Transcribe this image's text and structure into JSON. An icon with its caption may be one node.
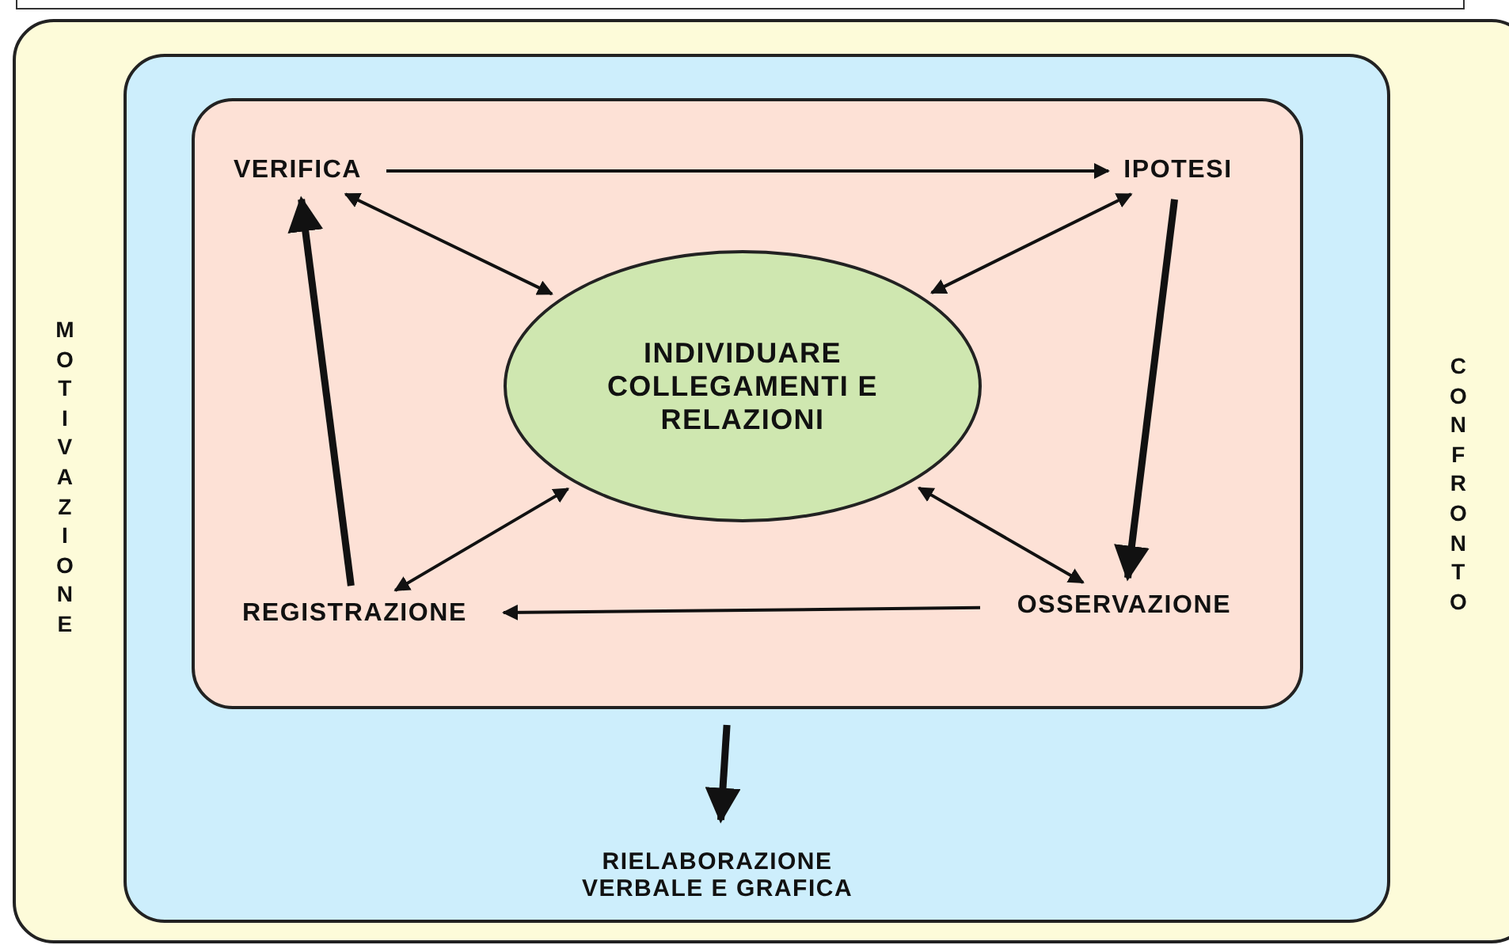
{
  "diagram": {
    "nodes": [
      {
        "text": [
          "MOTIVAZIONE",
          "CONFRONTO"
        ]
      },
      {
        "text": [],
        "shape": "box",
        "in": 0
      },
      {
        "text": [],
        "shape": "box",
        "in": 1
      },
      {
        "text": [
          "VERIFICA"
        ],
        "in": 2
      },
      {
        "text": [
          "IPOTESI"
        ],
        "in": 2
      },
      {
        "text": [
          "INDIVIDUARE COLLEGAMENTI E RELAZIONI"
        ],
        "in": 2
      },
      {
        "text": [
          "REGISTRAZIONE"
        ],
        "in": 2
      },
      {
        "text": [
          "OSSERVAZIONE"
        ],
        "in": 2
      },
      {
        "text": [
          "RIELABORAZIONE VERBALE E GRAFICA"
        ],
        "in": 1
      }
    ],
    "edges": [
      {
        "from": 3,
        "to": 4,
        "arrow": "to"
      },
      {
        "from": 4,
        "to": 7,
        "arrow": "to",
        "style": "thick"
      },
      {
        "from": 7,
        "to": 6,
        "arrow": "to"
      },
      {
        "from": 6,
        "to": 3,
        "arrow": "to",
        "style": "thick"
      },
      {
        "from": 5,
        "to": 3,
        "arrow": "both"
      },
      {
        "from": 5,
        "to": 4,
        "arrow": "both"
      },
      {
        "from": 5,
        "to": 6,
        "arrow": "both"
      },
      {
        "from": 5,
        "to": 7,
        "arrow": "both"
      },
      {
        "from": 2,
        "to": 8,
        "arrow": "to",
        "style": "thick"
      }
    ]
  }
}
